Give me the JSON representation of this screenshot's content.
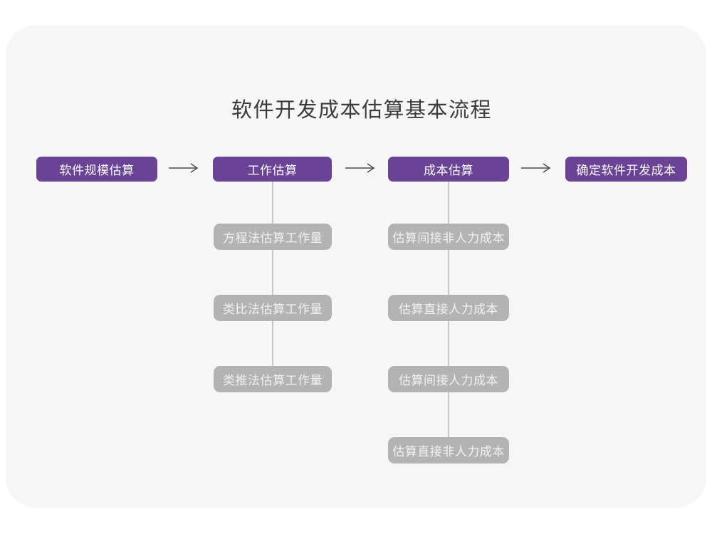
{
  "title": "软件开发成本估算基本流程",
  "main_flow": {
    "nodes": [
      {
        "label": "软件规模估算"
      },
      {
        "label": "工作估算"
      },
      {
        "label": "成本估算"
      },
      {
        "label": "确定软件开发成本"
      }
    ]
  },
  "work_estimation_branch": {
    "items": [
      {
        "label": "方程法估算工作量"
      },
      {
        "label": "类比法估算工作量"
      },
      {
        "label": "类推法估算工作量"
      }
    ]
  },
  "cost_estimation_branch": {
    "items": [
      {
        "label": "估算间接非人力成本"
      },
      {
        "label": "估算直接人力成本"
      },
      {
        "label": "估算间接人力成本"
      },
      {
        "label": "估算直接非人力成本"
      }
    ]
  },
  "colors": {
    "accent_purple": "#6A4397",
    "gray_node": "#B3B3B3",
    "connector_line": "#C6C6C6",
    "arrow": "#4A4A4A",
    "card_bg": "#F6F6F7",
    "page_bg": "#FFFFFF",
    "title_text": "#3B3B3B",
    "node_text": "#FFFFFF",
    "gray_node_text": "#F2F2F2"
  }
}
